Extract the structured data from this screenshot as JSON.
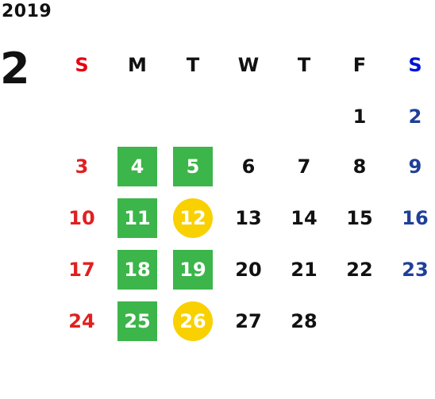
{
  "calendar": {
    "year": "2019",
    "month": "2",
    "weekdays": [
      "S",
      "M",
      "T",
      "W",
      "T",
      "F",
      "S"
    ],
    "weeks": [
      [
        "",
        "",
        "",
        "",
        "",
        "1",
        "2"
      ],
      [
        "3",
        "4",
        "5",
        "6",
        "7",
        "8",
        "9"
      ],
      [
        "10",
        "11",
        "12",
        "13",
        "14",
        "15",
        "16"
      ],
      [
        "17",
        "18",
        "19",
        "20",
        "21",
        "22",
        "23"
      ],
      [
        "24",
        "25",
        "26",
        "27",
        "28",
        "",
        ""
      ]
    ],
    "green_days": [
      "4",
      "5",
      "11",
      "18",
      "19",
      "25"
    ],
    "yellow_days": [
      "12",
      "26"
    ]
  },
  "colors": {
    "sunday": "#e02020",
    "saturday": "#1f3f99",
    "green_marker": "#3cb54a",
    "yellow_marker": "#f9d000"
  }
}
